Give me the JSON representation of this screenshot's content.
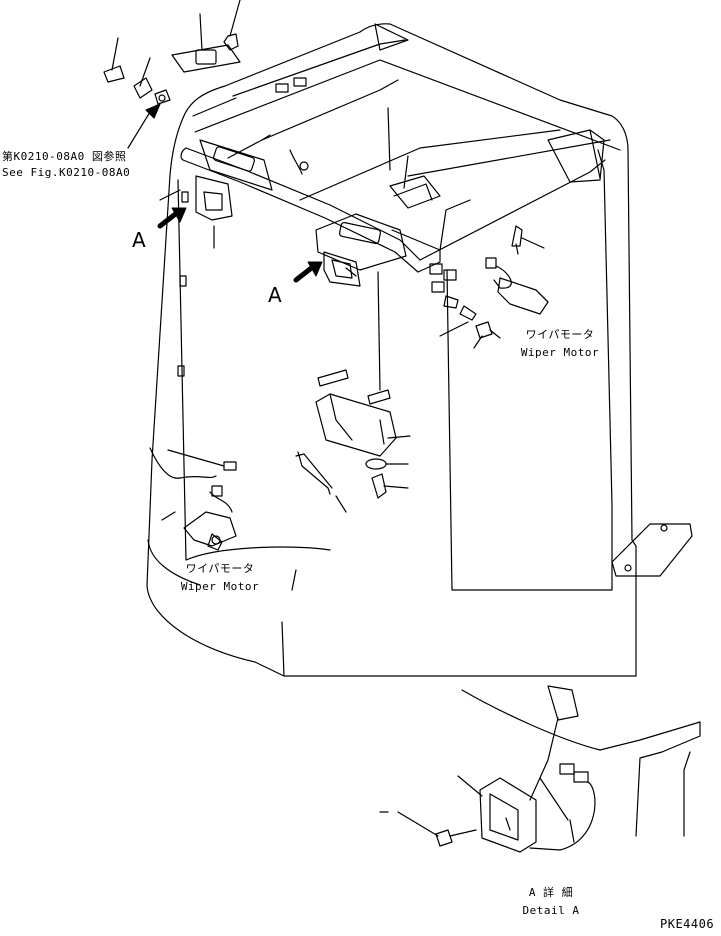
{
  "references": {
    "ref_jp": "第K0210-08A0 図参照",
    "ref_en": "See Fig.K0210-08A0"
  },
  "view_markers": {
    "left": "A",
    "center": "A"
  },
  "wiper_motor_right": {
    "jp": "ワイパモータ",
    "en": "Wiper Motor"
  },
  "wiper_motor_left": {
    "jp": "ワイパモータ",
    "en": "Wiper Motor"
  },
  "detail": {
    "jp": "A 詳 細",
    "en": "Detail A"
  },
  "drawing_number": "PKE4406"
}
